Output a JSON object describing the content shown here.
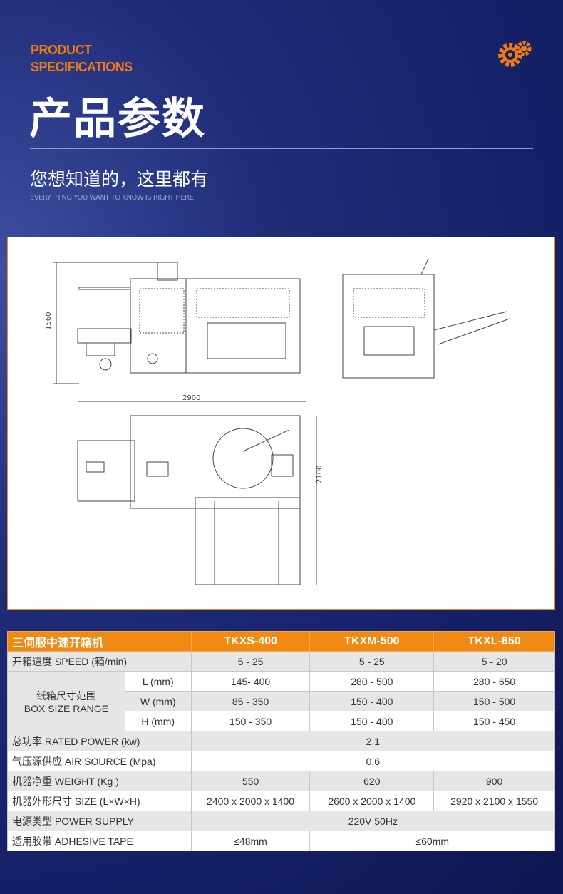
{
  "header": {
    "en_line1": "PRODUCT",
    "en_line2": "SPECIFICATIONS",
    "title": "产品参数",
    "subtitle": "您想知道的，这里都有",
    "subtitle_en": "EVERYTHING YOU WANT TO KNOW IS RIGHT HERE"
  },
  "drawing": {
    "dim_height": "1560",
    "dim_length": "2900",
    "dim_width": "2100"
  },
  "table": {
    "header": [
      "三伺服中速开箱机",
      "TKXS-400",
      "TKXM-500",
      "TKXL-650"
    ],
    "speed": {
      "label": "开箱速度 SPEED (箱/min)",
      "values": [
        "5 - 25",
        "5 - 25",
        "5 - 20"
      ]
    },
    "box": {
      "label_cn": "纸箱尺寸范围",
      "label_en": "BOX SIZE RANGE",
      "rows": [
        {
          "dim": "L (mm)",
          "values": [
            "145- 400",
            "280 - 500",
            "280 - 650"
          ]
        },
        {
          "dim": "W (mm)",
          "values": [
            "85 - 350",
            "150 - 400",
            "150 - 500"
          ]
        },
        {
          "dim": "H (mm)",
          "values": [
            "150 - 350",
            "150 - 400",
            "150 - 450"
          ]
        }
      ]
    },
    "power": {
      "label": "总功率 RATED POWER (kw)",
      "value": "2.1"
    },
    "air": {
      "label": "气压源供应 AIR SOURCE (Mpa)",
      "value": "0.6"
    },
    "weight": {
      "label": "机器净重 WEIGHT (Kg )",
      "values": [
        "550",
        "620",
        "900"
      ]
    },
    "size": {
      "label": "机器外形尺寸 SIZE (L×W×H)",
      "values": [
        "2400 x 2000 x 1400",
        "2600 x 2000 x 1400",
        "2920 x 2100 x 1550"
      ]
    },
    "supply": {
      "label": "电源类型 POWER SUPPLY",
      "value": "220V 50Hz"
    },
    "tape": {
      "label": "适用胶带 ADHESIVE TAPE",
      "values": [
        "≤48mm",
        "≤60mm"
      ]
    }
  },
  "colors": {
    "accent": "#f08a12"
  }
}
